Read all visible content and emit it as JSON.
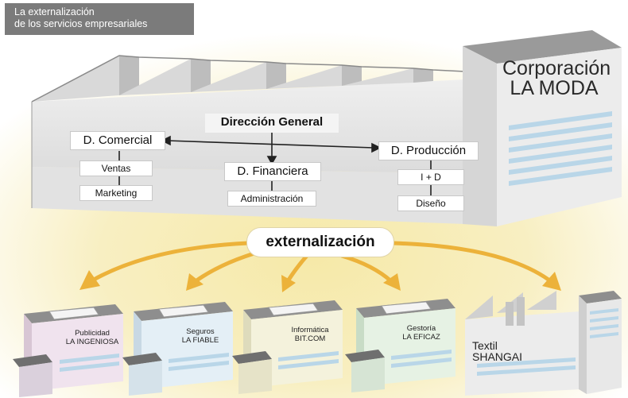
{
  "title": {
    "line1": "La externalización",
    "line2": "de los servicios empresariales"
  },
  "corporation": {
    "line1": "Corporación",
    "line2": "LA MODA"
  },
  "departments": {
    "general": "Dirección General",
    "comercial": "D. Comercial",
    "financiera": "D. Financiera",
    "produccion": "D. Producción",
    "ventas": "Ventas",
    "marketing": "Marketing",
    "administracion": "Administración",
    "id": "I + D",
    "diseno": "Diseño"
  },
  "externalizacion": "externalización",
  "companies": [
    {
      "line1": "Publicidad",
      "line2": "LA INGENIOSA"
    },
    {
      "line1": "Seguros",
      "line2": "LA FIABLE"
    },
    {
      "line1": "Informática",
      "line2": "BIT.COM"
    },
    {
      "line1": "Gestoría",
      "line2": "LA EFICAZ"
    },
    {
      "line1": "Textil",
      "line2": "SHANGAI"
    }
  ],
  "colors": {
    "header_tab": "#7b7b7b",
    "background_glow": "#f6e9a8",
    "arrow": "#ecb23a",
    "building": "#e6e6e6",
    "building_roof": "#9a9a9a",
    "stripe": "#b9d6e8"
  }
}
